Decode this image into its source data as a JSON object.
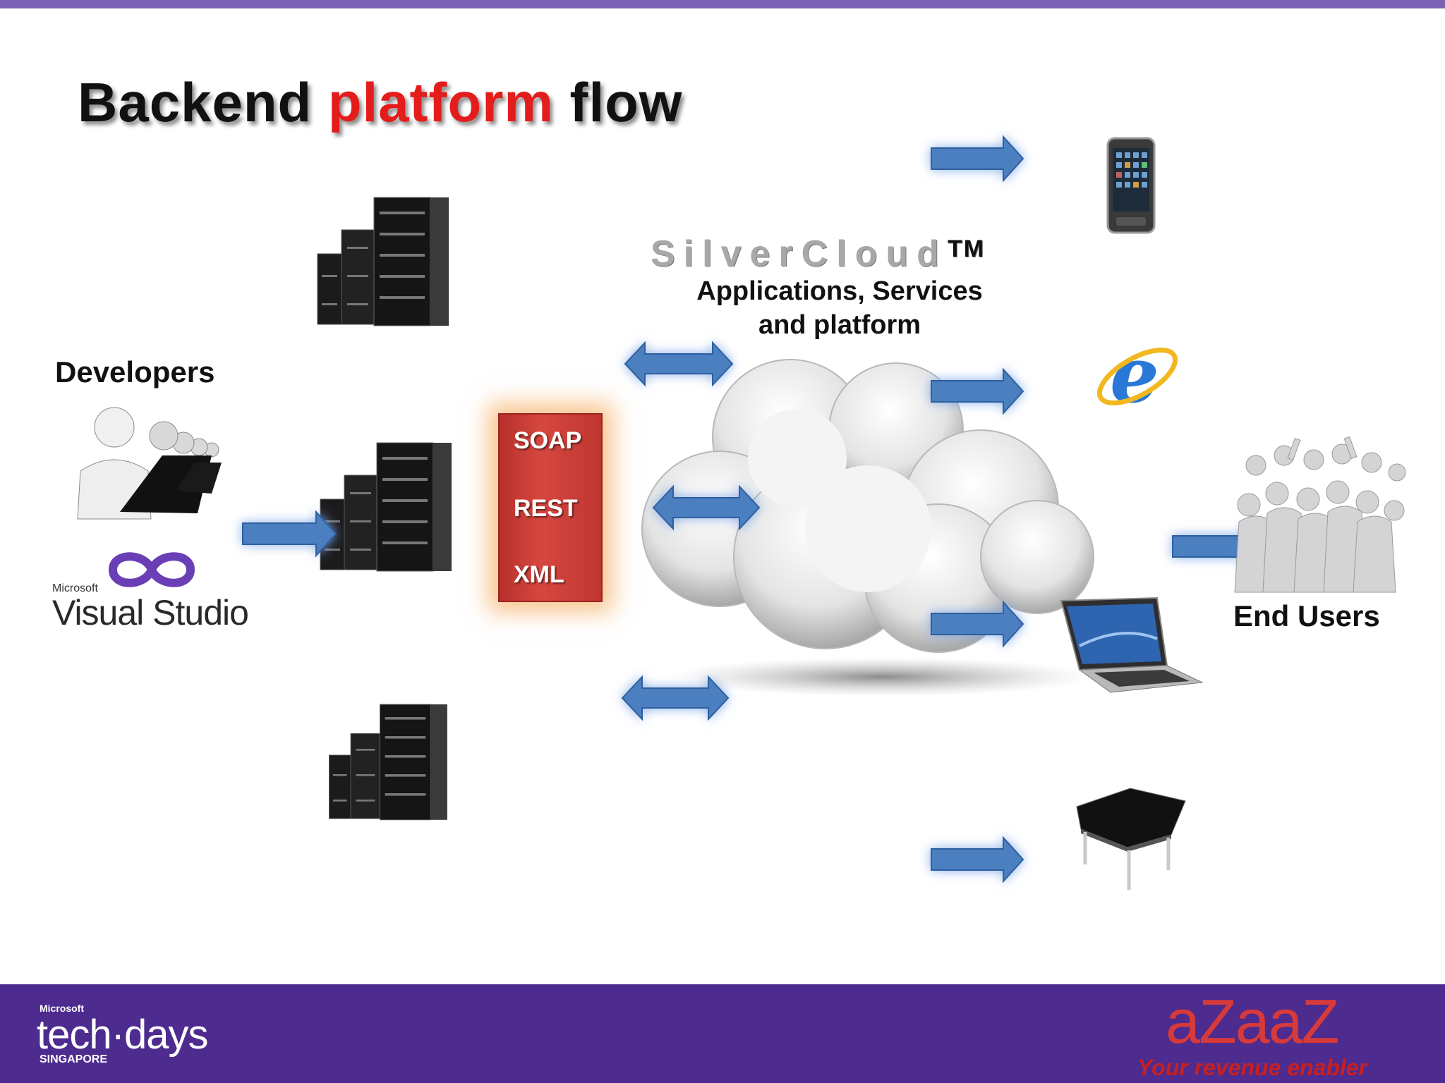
{
  "slide": {
    "title_parts": [
      "Backend ",
      "platform",
      " flow"
    ]
  },
  "cloud": {
    "name": "SilverCloud",
    "mark": "TM",
    "subtitle_line1": "Applications, Services",
    "subtitle_line2": "and platform"
  },
  "protocols": [
    "SOAP",
    "REST",
    "XML"
  ],
  "developers": {
    "label": "Developers"
  },
  "visual_studio": {
    "vendor": "Microsoft",
    "name": "Visual Studio"
  },
  "end_users": {
    "label": "End Users"
  },
  "footer": {
    "event_vendor": "Microsoft",
    "event_name": "tech·days",
    "event_location": "SINGAPORE",
    "brand": "aZaaZ",
    "tagline": "Your revenue enabler"
  },
  "colors": {
    "accent_bar": "#7b62b4",
    "footer_bg": "#4e2b8e",
    "highlight": "#e41c1c",
    "arrow": "#4b7fc0",
    "protocol_box": "#c8403a"
  }
}
